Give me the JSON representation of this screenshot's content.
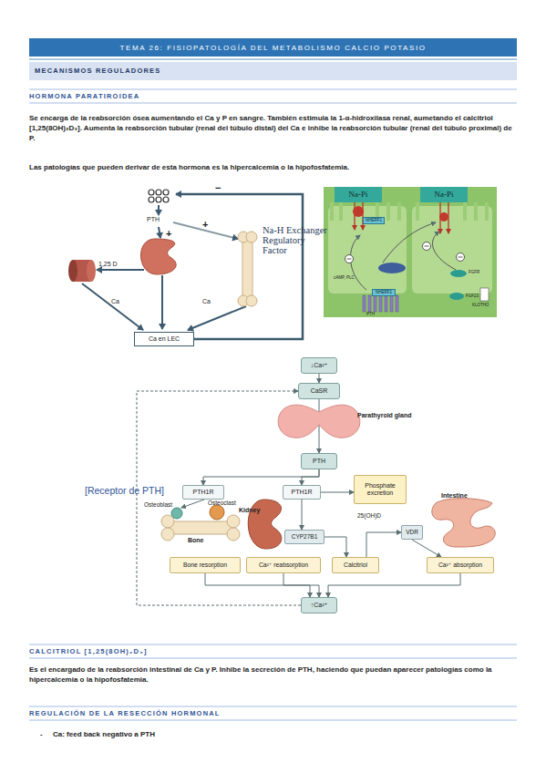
{
  "diagram": {
    "title": "TEMA 26: FISIOPATOLOGÍA DEL METABOLISMO CALCIO POTASIO",
    "nodes": [
      {
        "text": [
          "MECANISMOS REGULADORES"
        ]
      },
      {
        "text": [
          "Ca en LEC"
        ]
      },
      {
        "text": [
          "Na-Pi"
        ]
      },
      {
        "text": [
          "Na-Pi"
        ]
      },
      {
        "text": [
          "NHERF1"
        ]
      },
      {
        "text": [
          "NHERF1"
        ]
      },
      {
        "text": [
          "↓Ca²⁺"
        ]
      },
      {
        "text": [
          "CaSR"
        ]
      },
      {
        "text": [
          "PTH"
        ]
      },
      {
        "text": [
          "PTH1R"
        ]
      },
      {
        "text": [
          "PTH1R"
        ]
      },
      {
        "text": [
          "Phosphate excretion"
        ]
      },
      {
        "text": [
          "CYP27B1"
        ]
      },
      {
        "text": [
          "Bone resorption"
        ]
      },
      {
        "text": [
          "Ca²⁺ reabsorption"
        ]
      },
      {
        "text": [
          "Calcitriol"
        ]
      },
      {
        "text": [
          "VDR"
        ]
      },
      {
        "text": [
          "Ca²⁺ absorption"
        ]
      },
      {
        "text": [
          "↑Ca²⁺"
        ]
      }
    ],
    "edges": [
      {
        "from": 6,
        "to": 7,
        "arrow": "to"
      },
      {
        "from": 7,
        "to": 8,
        "arrow": "to"
      },
      {
        "from": 8,
        "to": 9,
        "arrow": "to"
      },
      {
        "from": 8,
        "to": 10,
        "arrow": "to"
      },
      {
        "from": 10,
        "to": 11,
        "arrow": "to"
      },
      {
        "from": 10,
        "to": 12,
        "arrow": "to"
      },
      {
        "from": 12,
        "to": 15,
        "arrow": "to"
      },
      {
        "from": 15,
        "to": 16,
        "arrow": "to"
      },
      {
        "from": 16,
        "to": 17,
        "arrow": "to"
      },
      {
        "from": 13,
        "to": 18,
        "arrow": "to"
      },
      {
        "from": 14,
        "to": 18,
        "arrow": "to"
      },
      {
        "from": 17,
        "to": 18,
        "arrow": "to"
      },
      {
        "from": 18,
        "to": 7,
        "arrow": "to"
      }
    ],
    "labels": [
      "HORMONA PARATIROIDEA",
      "Se encarga de la reabsorción ósea aumentando el Ca y P en sangre. También estimula la 1-α-hidroxilasa renal, aumetando el calcitriol [1,25(8OH)₂D₃]. Aumenta la reabsorción tubular (renal del túbulo distal) del Ca e inhibe la reabsorción tubular (renal del túbulo proximal) de P.",
      "Las patologías que pueden derivar de esta hormona es la hipercalcemia o la hipofosfatemia.",
      "PTH",
      "+",
      "+",
      "−",
      "1,25 D",
      "Ca",
      "Ca",
      "Na-H Exchanger Regulatory Factor",
      "cAMP, PLC",
      "PTH",
      "FGFR",
      "FGF23",
      "KLOTHO",
      "Parathyroid gland",
      "[Receptor de PTH]",
      "Osteoblast",
      "Osteoclast",
      "Bone",
      "Kidney",
      "25(OH)D",
      "Intestine",
      "CALCITRIOL [1,25(8OH)₂D₃]",
      "Es el encargado de la reabsorción intestinal de Ca y P. Inhibe la secreción de PTH, haciendo que puedan aparecer patologías como la hipercalcemia o la hipofosfatemia.",
      "REGULACIÓN DE LA RESECCIÓN HORMONAL",
      "-",
      "Ca: feed back negativo a PTH"
    ]
  }
}
